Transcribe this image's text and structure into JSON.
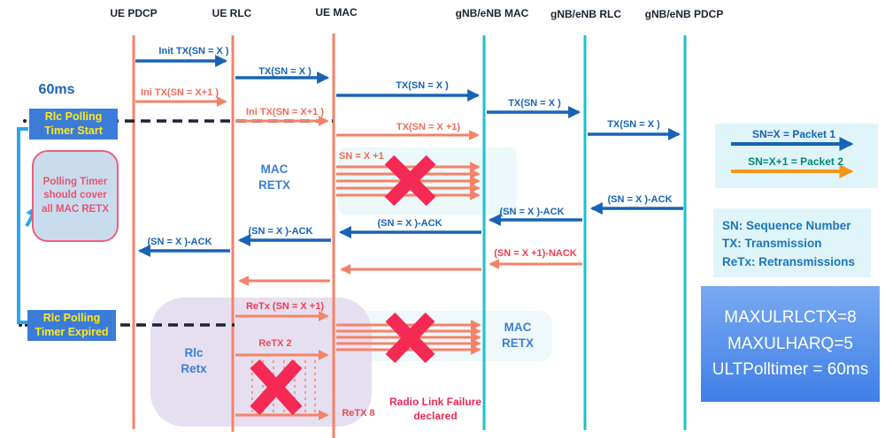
{
  "lifelines": {
    "ue_pdcp": "UE PDCP",
    "ue_rlc": "UE RLC",
    "ue_mac": "UE MAC",
    "gnb_mac": "gNB/eNB MAC",
    "gnb_rlc": "gNB/eNB RLC",
    "gnb_pdcp": "gNB/eNB PDCP"
  },
  "messages": {
    "init_tx": "Init TX(SN = X )",
    "tx_x": "TX(SN = X )",
    "ini_tx_x1": "Ini TX(SN = X+1 )",
    "ini_tx_x1_rlc": "Ini  TX(SN = X+1 )",
    "tx_x1": "TX(SN = X +1)",
    "sn_x1": "SN = X +1",
    "ack_x": "(SN = X )-ACK",
    "nack_x1": "(SN = X +1)-NACK",
    "retx_sn_x1": "ReTx (SN = X +1)",
    "retx_2": "ReTX 2",
    "retx_8": "ReTX 8"
  },
  "annotations": {
    "timer_duration": "60ms",
    "polling_start": "Rlc Polling Timer Start",
    "polling_expired": "Rlc Polling Timer Expired",
    "polling_note": "Polling Timer should cover all MAC RETX",
    "mac_retx": "MAC RETX",
    "rlc_retx": "Rlc Retx",
    "radio_link_failure": "Radio Link Failure declared"
  },
  "legend": {
    "packet1": "SN=X = Packet 1",
    "packet2": "SN=X+1 = Packet 2"
  },
  "abbreviations": {
    "sn": "SN: Sequence Number",
    "tx": "TX: Transmission",
    "retx": "ReTx: Retransmissions"
  },
  "config": {
    "line1": "MAXULRLCTX=8",
    "line2": "MAXULHARQ=5",
    "line3": "ULTPolltimer = 60ms"
  },
  "colors": {
    "blue_arrow": "#1763B5",
    "salmon": "#F58268",
    "cyan_lifeline": "#1EC0CF",
    "red_x": "#F42A54",
    "crimson": "#EE2A55",
    "highlight_bg": "#3C7CD8",
    "highlight_text": "#FFE81A",
    "legend_orange": "#F7941D",
    "legend_teal": "#00897B",
    "config_bg": "#3F80E6"
  }
}
